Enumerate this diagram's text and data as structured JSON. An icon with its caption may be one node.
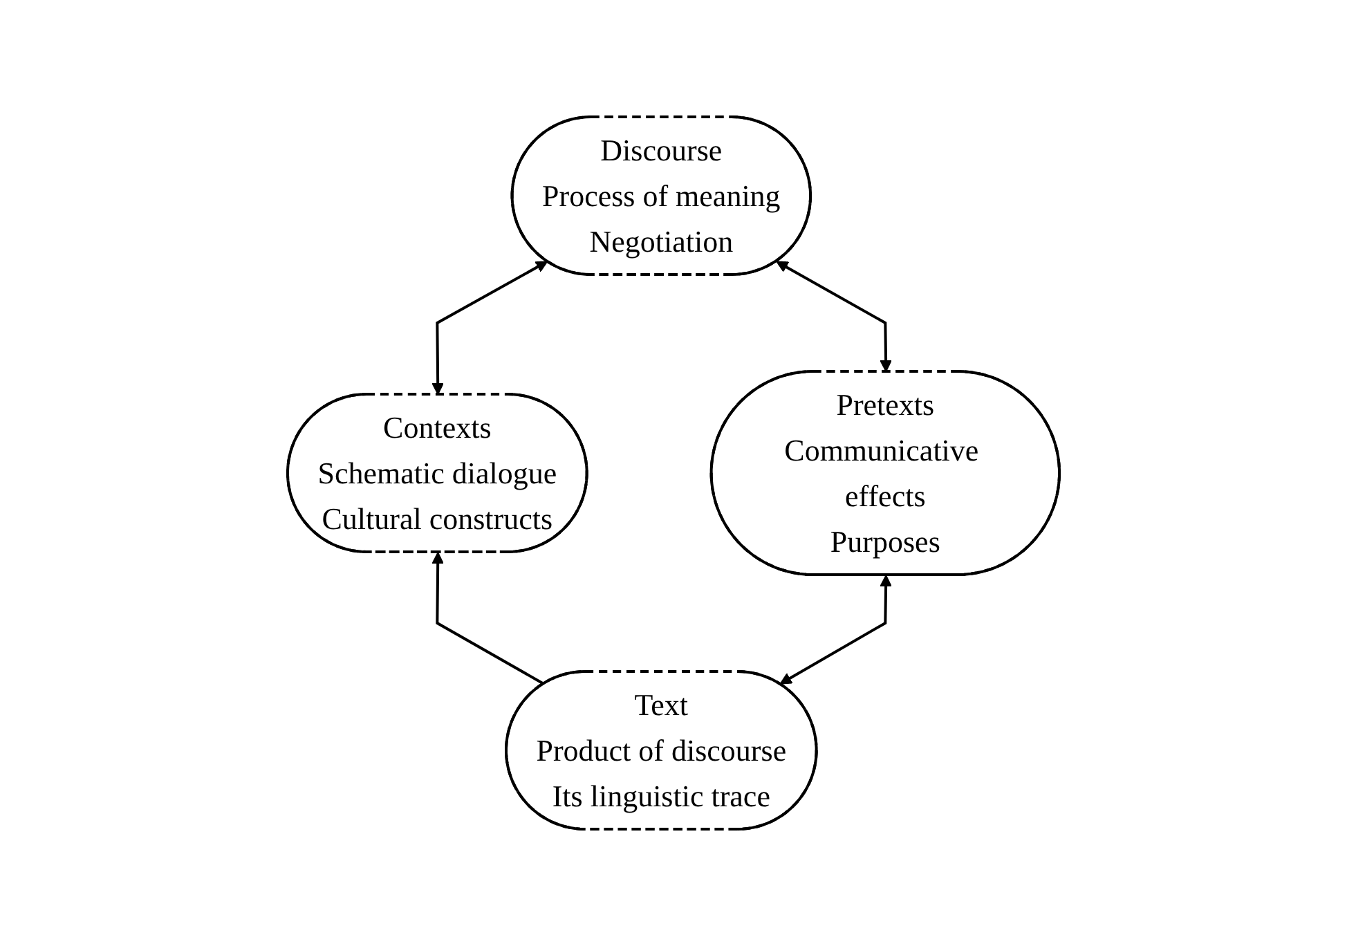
{
  "diagram": {
    "nodes": [
      {
        "text": [
          "Discourse",
          "Process of meaning",
          "Negotiation"
        ]
      },
      {
        "text": [
          "Contexts",
          "Schematic dialogue",
          "Cultural constructs"
        ]
      },
      {
        "text": [
          "Pretexts",
          "Communicative effects",
          "Purposes"
        ]
      },
      {
        "text": [
          "Text",
          "Product of discourse",
          "Its linguistic trace"
        ]
      }
    ],
    "edges": [
      {
        "from": 1,
        "to": 0,
        "arrow": "both"
      },
      {
        "from": 0,
        "to": 2,
        "arrow": "both"
      },
      {
        "from": 3,
        "to": 1,
        "arrow": "to"
      },
      {
        "from": 3,
        "to": 2,
        "arrow": "both"
      }
    ]
  }
}
